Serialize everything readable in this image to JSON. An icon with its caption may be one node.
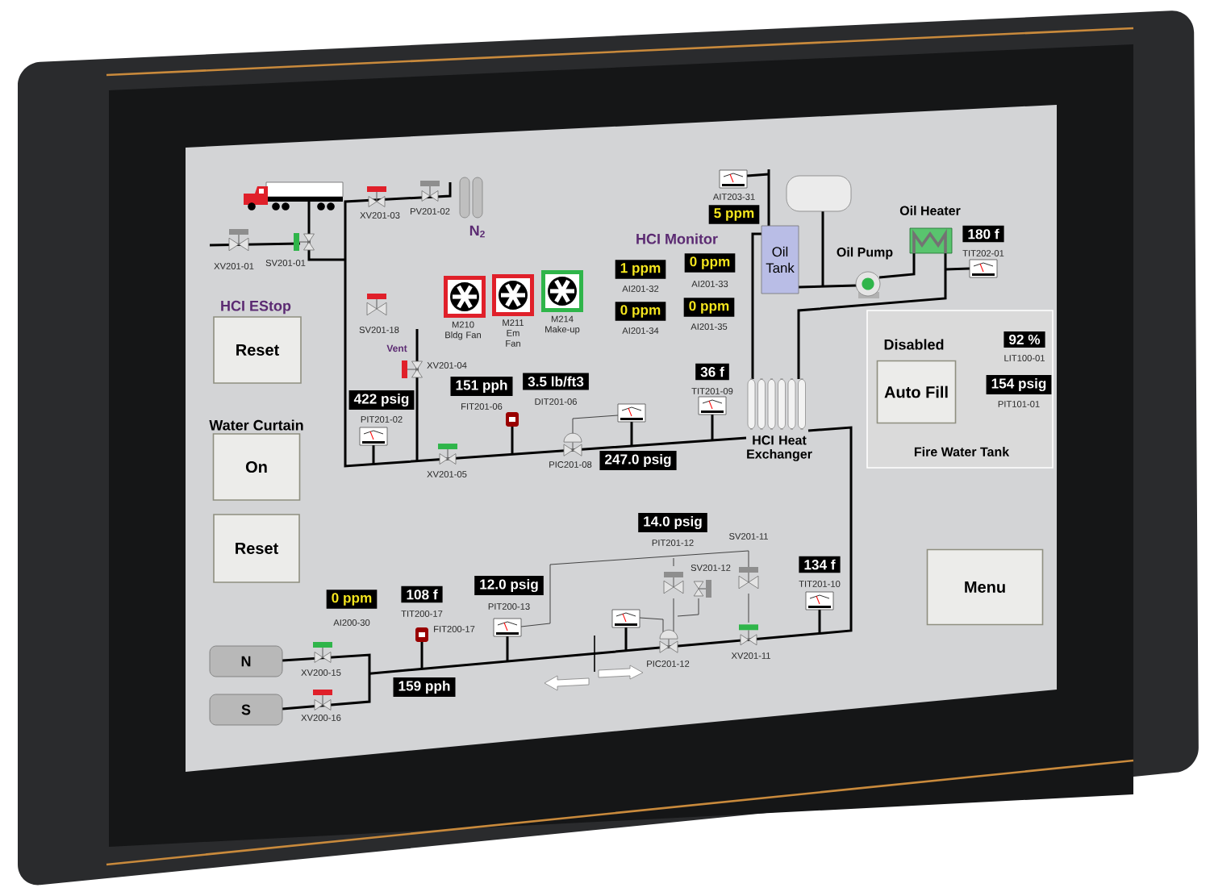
{
  "diagram": {
    "nodes": [
      {
        "text": [
          "HCI EStop",
          "Reset"
        ]
      },
      {
        "text": [
          "Water Curtain",
          "On"
        ]
      },
      {
        "text": [
          "Reset"
        ]
      },
      {
        "text": [
          "M210 Bldg Fan"
        ]
      },
      {
        "text": [
          "M211 Em Fan"
        ]
      },
      {
        "text": [
          "M214 Make-up"
        ]
      },
      {
        "text": [
          "422 psig"
        ],
        "beside": [
          "PIT201-02"
        ]
      },
      {
        "text": [
          "151 pph"
        ],
        "beside": [
          "FIT201-06"
        ]
      },
      {
        "text": [
          "3.5 lb/ft3"
        ],
        "beside": [
          "DIT201-06"
        ]
      },
      {
        "text": [
          "247.0 psig"
        ]
      },
      {
        "text": [
          "36 f"
        ],
        "beside": [
          "TIT201-09"
        ]
      },
      {
        "text": [
          "1 ppm"
        ],
        "beside": [
          "AI201-32"
        ]
      },
      {
        "text": [
          "0 ppm"
        ],
        "beside": [
          "AI201-33"
        ]
      },
      {
        "text": [
          "0 ppm"
        ],
        "beside": [
          "AI201-34"
        ]
      },
      {
        "text": [
          "0 ppm"
        ],
        "beside": [
          "AI201-35"
        ]
      },
      {
        "text": [
          "5 ppm"
        ],
        "beside": [
          "AIT203-31"
        ]
      },
      {
        "text": [
          "Oil Tank"
        ]
      },
      {
        "text": [
          "180 f"
        ],
        "beside": [
          "TIT202-01"
        ]
      },
      {
        "text": [
          "Fire Water Tank"
        ]
      },
      {
        "text": [
          "Disabled",
          "Auto Fill"
        ],
        "in": 18
      },
      {
        "text": [
          "92 %"
        ],
        "beside": [
          "LIT100-01"
        ],
        "in": 18
      },
      {
        "text": [
          "154 psig"
        ],
        "beside": [
          "PIT101-01"
        ],
        "in": 18
      },
      {
        "text": [
          "Menu"
        ]
      },
      {
        "text": [
          "14.0 psig"
        ],
        "beside": [
          "PIT201-12"
        ]
      },
      {
        "text": [
          "134 f"
        ],
        "beside": [
          "TIT201-10"
        ]
      },
      {
        "text": [
          "0 ppm"
        ],
        "beside": [
          "AI200-30"
        ]
      },
      {
        "text": [
          "108 f"
        ],
        "beside": [
          "TIT200-17"
        ]
      },
      {
        "text": [
          "12.0 psig"
        ],
        "beside": [
          "PIT200-13"
        ]
      },
      {
        "text": [
          "N"
        ]
      },
      {
        "text": [
          "S"
        ]
      },
      {
        "text": [
          "159 pph"
        ]
      }
    ],
    "labels": [
      "HCI Monitor",
      "XV201-01",
      "SV201-01",
      "XV201-03",
      "PV201-02",
      "N$_{2}$",
      "SV201-18",
      "Vent",
      "XV201-04",
      "XV201-05",
      "PIC201-08",
      "Oil Pump",
      "Oil Heater",
      "HCI Heat Exchanger",
      "SV201-11",
      "SV201-12",
      "FIT200-17",
      "XV200-15",
      "XV200-16",
      "PIC201-12",
      "XV201-11"
    ]
  }
}
